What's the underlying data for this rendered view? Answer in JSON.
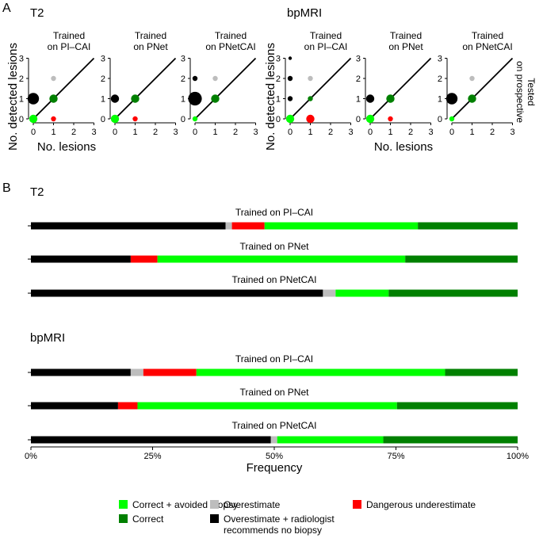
{
  "colors": {
    "correct_avoided_biopsy": "#00ff00",
    "correct": "#008000",
    "overestimate": "#bdbdbd",
    "overestimate_no_biopsy": "#000000",
    "dangerous_underestimate": "#ff0000"
  },
  "panel_a": {
    "label": "A",
    "group_titles": [
      "T2",
      "bpMRI"
    ],
    "y_label": "No. detected lesions",
    "x_label": "No. lesions",
    "side_label_line1": "Tested",
    "side_label_line2": "on prospective",
    "subplot_titles": [
      [
        "Trained",
        "on PI–CAI"
      ],
      [
        "Trained",
        "on PNet"
      ],
      [
        "Trained",
        "on PNetCAI"
      ],
      [
        "Trained",
        "on PI–CAI"
      ],
      [
        "Trained",
        "on PNet"
      ],
      [
        "Trained",
        "on PNetCAI"
      ]
    ],
    "tick_labels": [
      "0",
      "1",
      "2",
      "3"
    ]
  },
  "panel_b": {
    "label": "B",
    "group_titles": [
      "T2",
      "bpMRI"
    ],
    "x_label": "Frequency",
    "x_ticks": [
      "0%",
      "25%",
      "50%",
      "75%",
      "100%"
    ],
    "bar_titles": [
      "Trained on PI–CAI",
      "Trained on PNet",
      "Trained on PNetCAI",
      "Trained on PI–CAI",
      "Trained on PNet",
      "Trained on PNetCAI"
    ]
  },
  "legend": {
    "items": [
      {
        "key": "correct_avoided_biopsy",
        "line1": "Correct + avoided biopsy",
        "line2": ""
      },
      {
        "key": "correct",
        "line1": "Correct",
        "line2": ""
      },
      {
        "key": "overestimate",
        "line1": "Overestimate",
        "line2": ""
      },
      {
        "key": "overestimate_no_biopsy",
        "line1": "Overestimate + radiologist",
        "line2": "recommends no biopsy"
      },
      {
        "key": "dangerous_underestimate",
        "line1": "Dangerous underestimate",
        "line2": ""
      }
    ]
  },
  "chart_data": [
    {
      "type": "scatter",
      "title": "T2",
      "xlabel": "No. lesions",
      "ylabel": "No. detected lesions",
      "xlim": [
        0,
        3
      ],
      "ylim": [
        0,
        3
      ],
      "identity_line": true,
      "subplots": [
        {
          "title": "Trained on PI–CAI",
          "points": [
            {
              "x": 0,
              "y": 1,
              "category": "overestimate_no_biopsy",
              "size": "large"
            },
            {
              "x": 0,
              "y": 0,
              "category": "correct_avoided_biopsy",
              "size": "medium"
            },
            {
              "x": 1,
              "y": 1,
              "category": "correct",
              "size": "medium"
            },
            {
              "x": 1,
              "y": 2,
              "category": "overestimate",
              "size": "small"
            },
            {
              "x": 1,
              "y": 0,
              "category": "dangerous_underestimate",
              "size": "small"
            }
          ]
        },
        {
          "title": "Trained on PNet",
          "points": [
            {
              "x": 0,
              "y": 1,
              "category": "overestimate_no_biopsy",
              "size": "medium"
            },
            {
              "x": 0,
              "y": 0,
              "category": "correct_avoided_biopsy",
              "size": "medium"
            },
            {
              "x": 1,
              "y": 1,
              "category": "correct",
              "size": "medium"
            },
            {
              "x": 1,
              "y": 0,
              "category": "dangerous_underestimate",
              "size": "small"
            }
          ]
        },
        {
          "title": "Trained on PNetCAI",
          "points": [
            {
              "x": 0,
              "y": 1,
              "category": "overestimate_no_biopsy",
              "size": "xlarge"
            },
            {
              "x": 0,
              "y": 2,
              "category": "overestimate_no_biopsy",
              "size": "small"
            },
            {
              "x": 0,
              "y": 0,
              "category": "correct_avoided_biopsy",
              "size": "small"
            },
            {
              "x": 1,
              "y": 1,
              "category": "correct",
              "size": "medium"
            },
            {
              "x": 1,
              "y": 2,
              "category": "overestimate",
              "size": "small"
            }
          ]
        }
      ]
    },
    {
      "type": "scatter",
      "title": "bpMRI",
      "xlabel": "No. lesions",
      "ylabel": "No. detected lesions",
      "xlim": [
        0,
        3
      ],
      "ylim": [
        0,
        3
      ],
      "identity_line": true,
      "subplots": [
        {
          "title": "Trained on PI–CAI",
          "points": [
            {
              "x": 0,
              "y": 3,
              "category": "overestimate_no_biopsy",
              "size": "tiny"
            },
            {
              "x": 0,
              "y": 2,
              "category": "overestimate_no_biopsy",
              "size": "small"
            },
            {
              "x": 0,
              "y": 1,
              "category": "overestimate_no_biopsy",
              "size": "small"
            },
            {
              "x": 0,
              "y": 0,
              "category": "correct_avoided_biopsy",
              "size": "medium"
            },
            {
              "x": 1,
              "y": 1,
              "category": "correct",
              "size": "small"
            },
            {
              "x": 1,
              "y": 2,
              "category": "overestimate",
              "size": "small"
            },
            {
              "x": 1,
              "y": 0,
              "category": "dangerous_underestimate",
              "size": "medium"
            }
          ]
        },
        {
          "title": "Trained on PNet",
          "points": [
            {
              "x": 0,
              "y": 1,
              "category": "overestimate_no_biopsy",
              "size": "medium"
            },
            {
              "x": 0,
              "y": 0,
              "category": "correct_avoided_biopsy",
              "size": "medium"
            },
            {
              "x": 1,
              "y": 1,
              "category": "correct",
              "size": "medium"
            },
            {
              "x": 1,
              "y": 0,
              "category": "dangerous_underestimate",
              "size": "small"
            }
          ]
        },
        {
          "title": "Trained on PNetCAI",
          "points": [
            {
              "x": 0,
              "y": 1,
              "category": "overestimate_no_biopsy",
              "size": "large"
            },
            {
              "x": 0,
              "y": 0,
              "category": "correct_avoided_biopsy",
              "size": "small"
            },
            {
              "x": 1,
              "y": 1,
              "category": "correct",
              "size": "medium"
            },
            {
              "x": 1,
              "y": 2,
              "category": "overestimate",
              "size": "small"
            }
          ]
        }
      ]
    },
    {
      "type": "bar",
      "orientation": "horizontal",
      "stacked": true,
      "title": "T2",
      "xlabel": "Frequency",
      "xlim": [
        0,
        100
      ],
      "x_ticks": [
        "0%",
        "25%",
        "50%",
        "75%",
        "100%"
      ],
      "categories": [
        "Trained on PI–CAI",
        "Trained on PNet",
        "Trained on PNetCAI"
      ],
      "series": [
        {
          "key": "overestimate_no_biopsy",
          "values": [
            40,
            20.5,
            60
          ]
        },
        {
          "key": "overestimate",
          "values": [
            1.3,
            0,
            2.6
          ]
        },
        {
          "key": "dangerous_underestimate",
          "values": [
            6.7,
            5.5,
            0
          ]
        },
        {
          "key": "correct_avoided_biopsy",
          "values": [
            31.5,
            50.9,
            10.9
          ]
        },
        {
          "key": "correct",
          "values": [
            20.5,
            23.1,
            26.5
          ]
        }
      ]
    },
    {
      "type": "bar",
      "orientation": "horizontal",
      "stacked": true,
      "title": "bpMRI",
      "xlabel": "Frequency",
      "xlim": [
        0,
        100
      ],
      "x_ticks": [
        "0%",
        "25%",
        "50%",
        "75%",
        "100%"
      ],
      "categories": [
        "Trained on PI–CAI",
        "Trained on PNet",
        "Trained on PNetCAI"
      ],
      "series": [
        {
          "key": "overestimate_no_biopsy",
          "values": [
            20.5,
            17.9,
            49.3
          ]
        },
        {
          "key": "overestimate",
          "values": [
            2.6,
            0,
            1.3
          ]
        },
        {
          "key": "dangerous_underestimate",
          "values": [
            10.9,
            4,
            0
          ]
        },
        {
          "key": "correct_avoided_biopsy",
          "values": [
            51.1,
            53.3,
            21.8
          ]
        },
        {
          "key": "correct",
          "values": [
            14.9,
            24.8,
            27.6
          ]
        }
      ]
    }
  ]
}
